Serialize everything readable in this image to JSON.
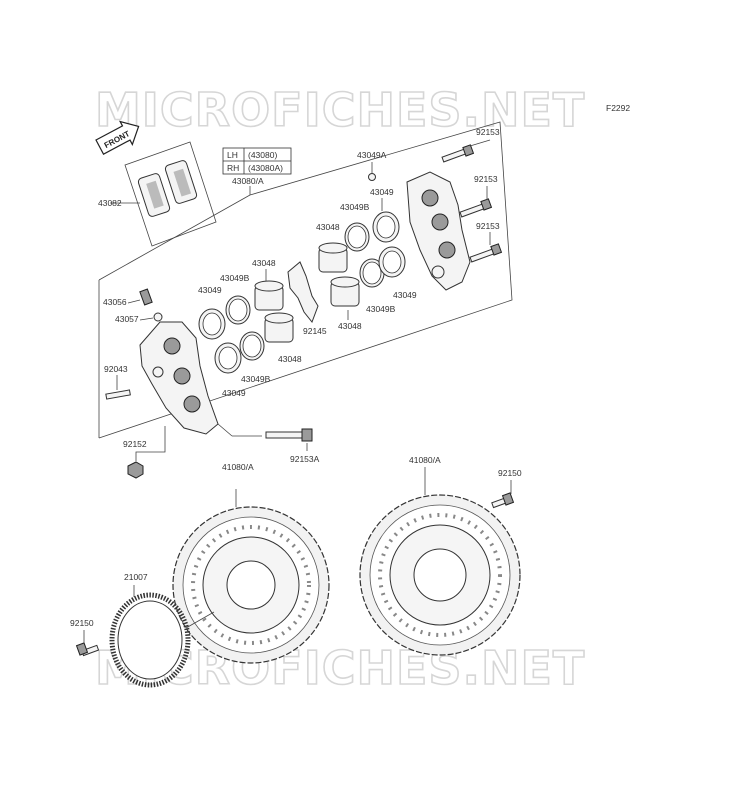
{
  "watermark": "MICROFICHES.NET",
  "figure_code": "F2292",
  "front_arrow_text": "FRONT",
  "legend": {
    "rows": [
      {
        "side": "LH",
        "part": "(43080)"
      },
      {
        "side": "RH",
        "part": "(43080A)"
      }
    ]
  },
  "labels": {
    "p43082": "43082",
    "p43080A": "43080/A",
    "p43049A": "43049A",
    "p92153a": "92153",
    "p92153b": "92153",
    "p92153c": "92153",
    "p43049_r1": "43049",
    "p43049B_r1": "43049B",
    "p43048_r1": "43048",
    "p43048_m": "43048",
    "p43049B_l1": "43049B",
    "p43049_l1": "43049",
    "p92145": "92145",
    "p43048_r2": "43048",
    "p43049B_r2": "43049B",
    "p43049_r2": "43049",
    "p43056": "43056",
    "p43057": "43057",
    "p43048_l2": "43048",
    "p92043": "92043",
    "p43049B_l2": "43049B",
    "p43049_l2": "43049",
    "p92152": "92152",
    "p92153A": "92153A",
    "p41080A_l": "41080/A",
    "p41080A_r": "41080/A",
    "p92150_r": "92150",
    "p21007": "21007",
    "p92150_l": "92150"
  }
}
